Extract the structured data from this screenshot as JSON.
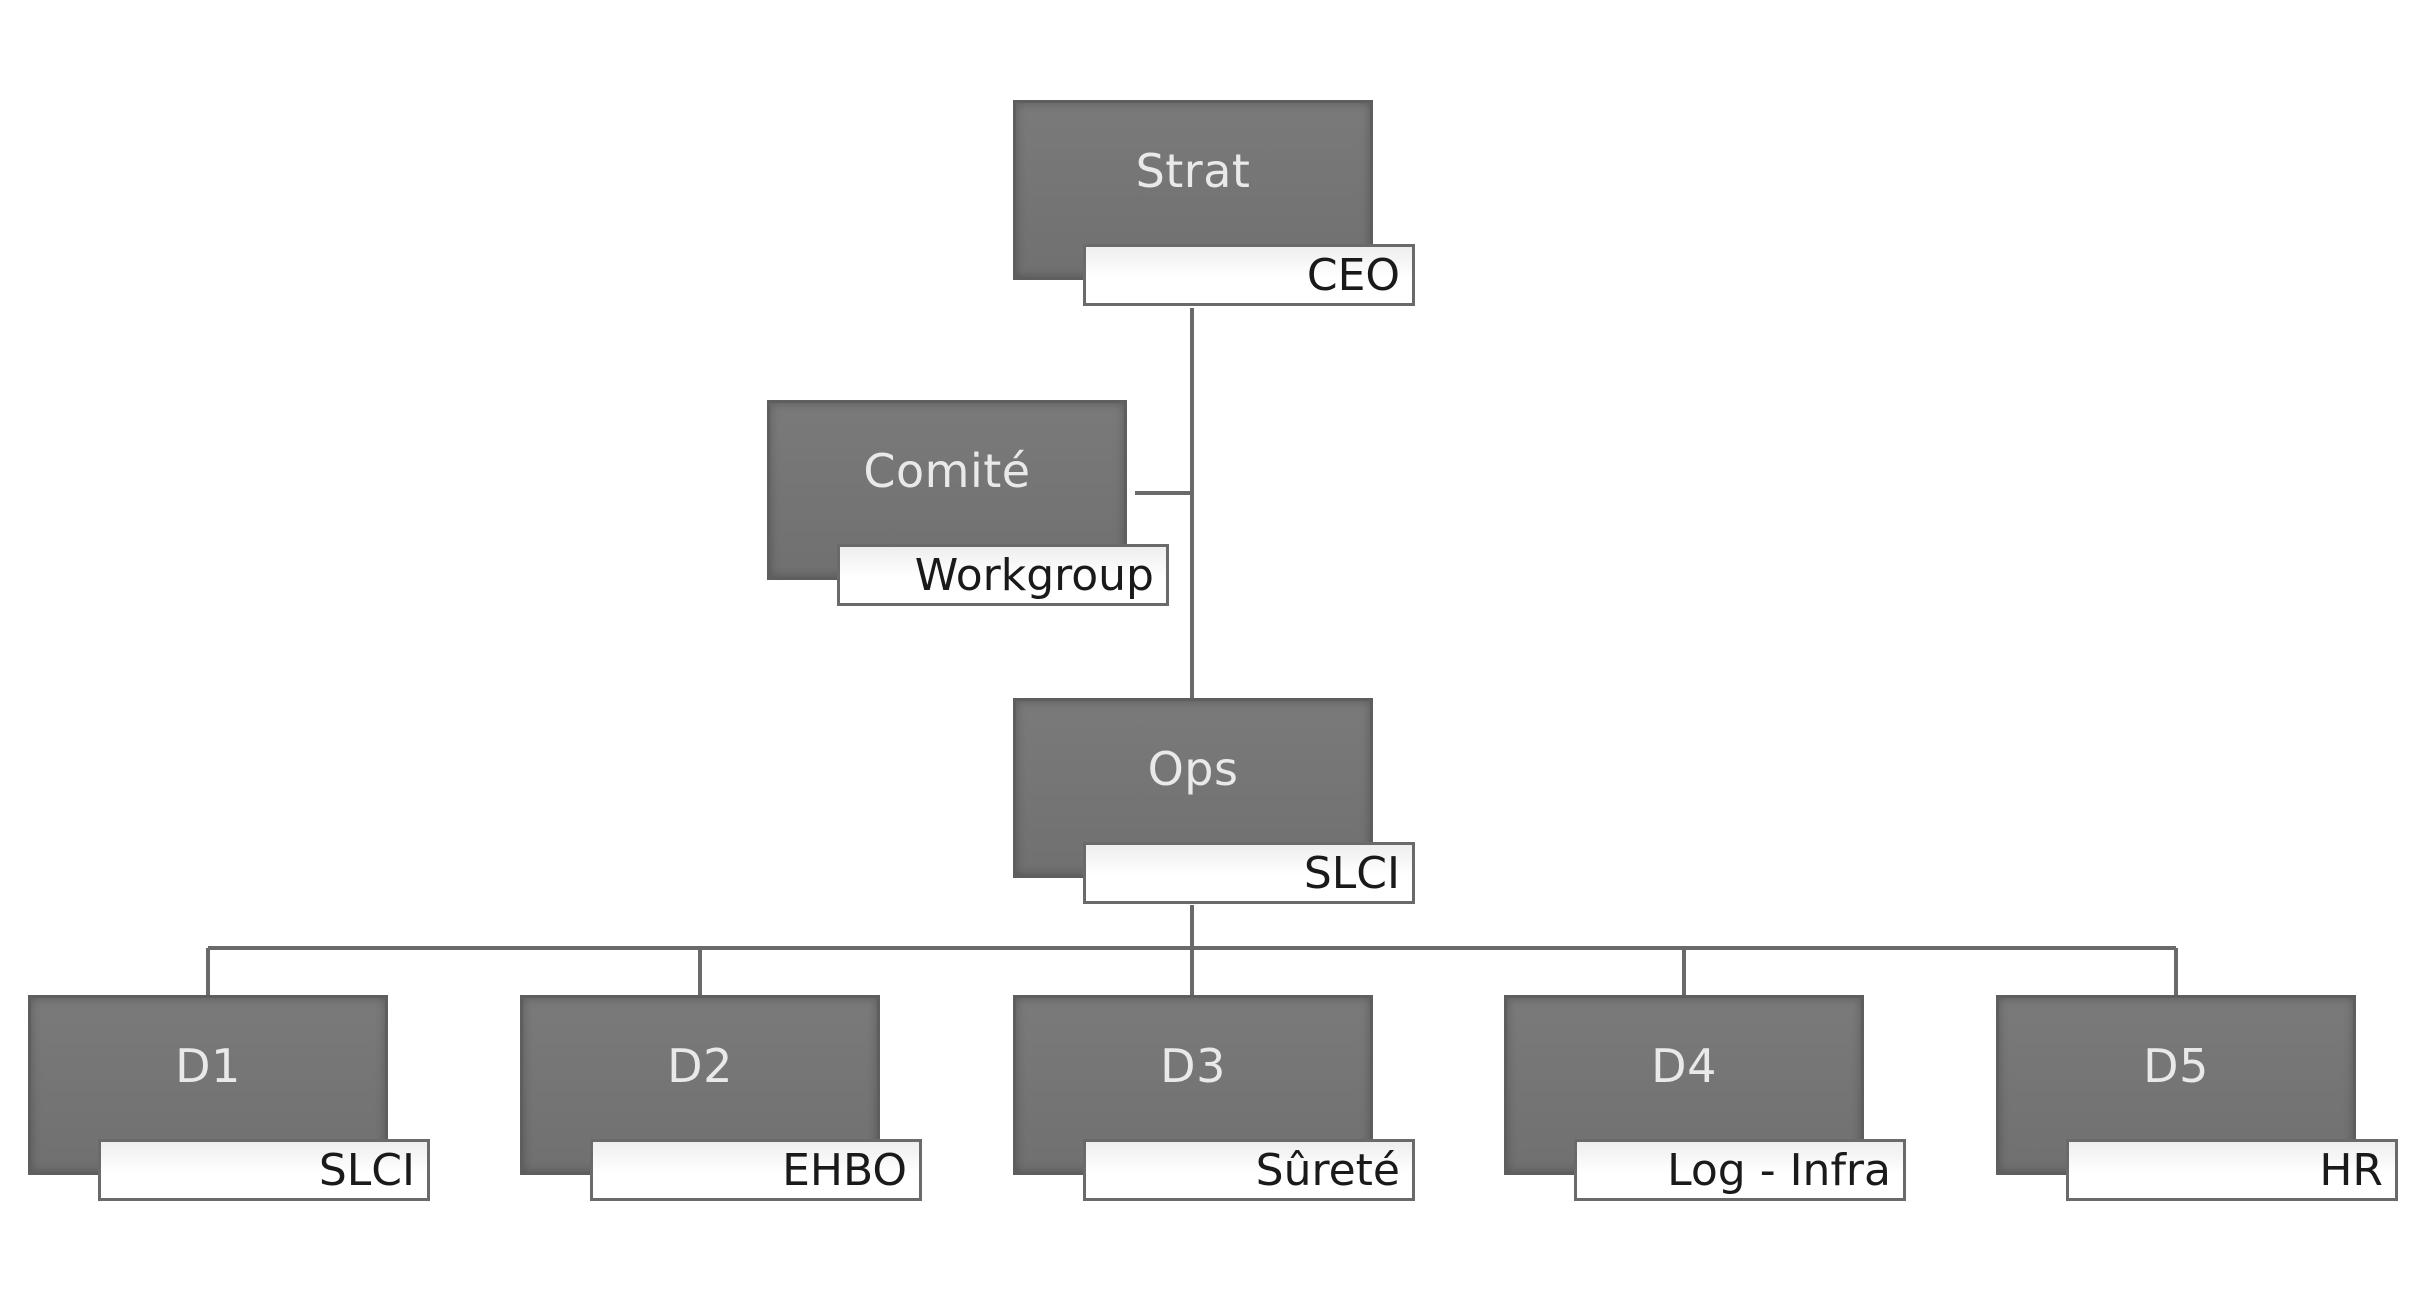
{
  "nodes": {
    "strat": {
      "title": "Strat",
      "subtitle": "CEO"
    },
    "comite": {
      "title": "Comité",
      "subtitle": "Workgroup"
    },
    "ops": {
      "title": "Ops",
      "subtitle": "SLCI"
    },
    "d1": {
      "title": "D1",
      "subtitle": "SLCI"
    },
    "d2": {
      "title": "D2",
      "subtitle": "EHBO"
    },
    "d3": {
      "title": "D3",
      "subtitle": "Sûreté"
    },
    "d4": {
      "title": "D4",
      "subtitle": "Log - Infra"
    },
    "d5": {
      "title": "D5",
      "subtitle": "HR"
    }
  },
  "colors": {
    "box_fill": "#747474",
    "box_text": "#e9e9e9",
    "label_fill": "#ffffff",
    "label_text": "#1a1a1a",
    "connector": "#6a6a6a"
  }
}
